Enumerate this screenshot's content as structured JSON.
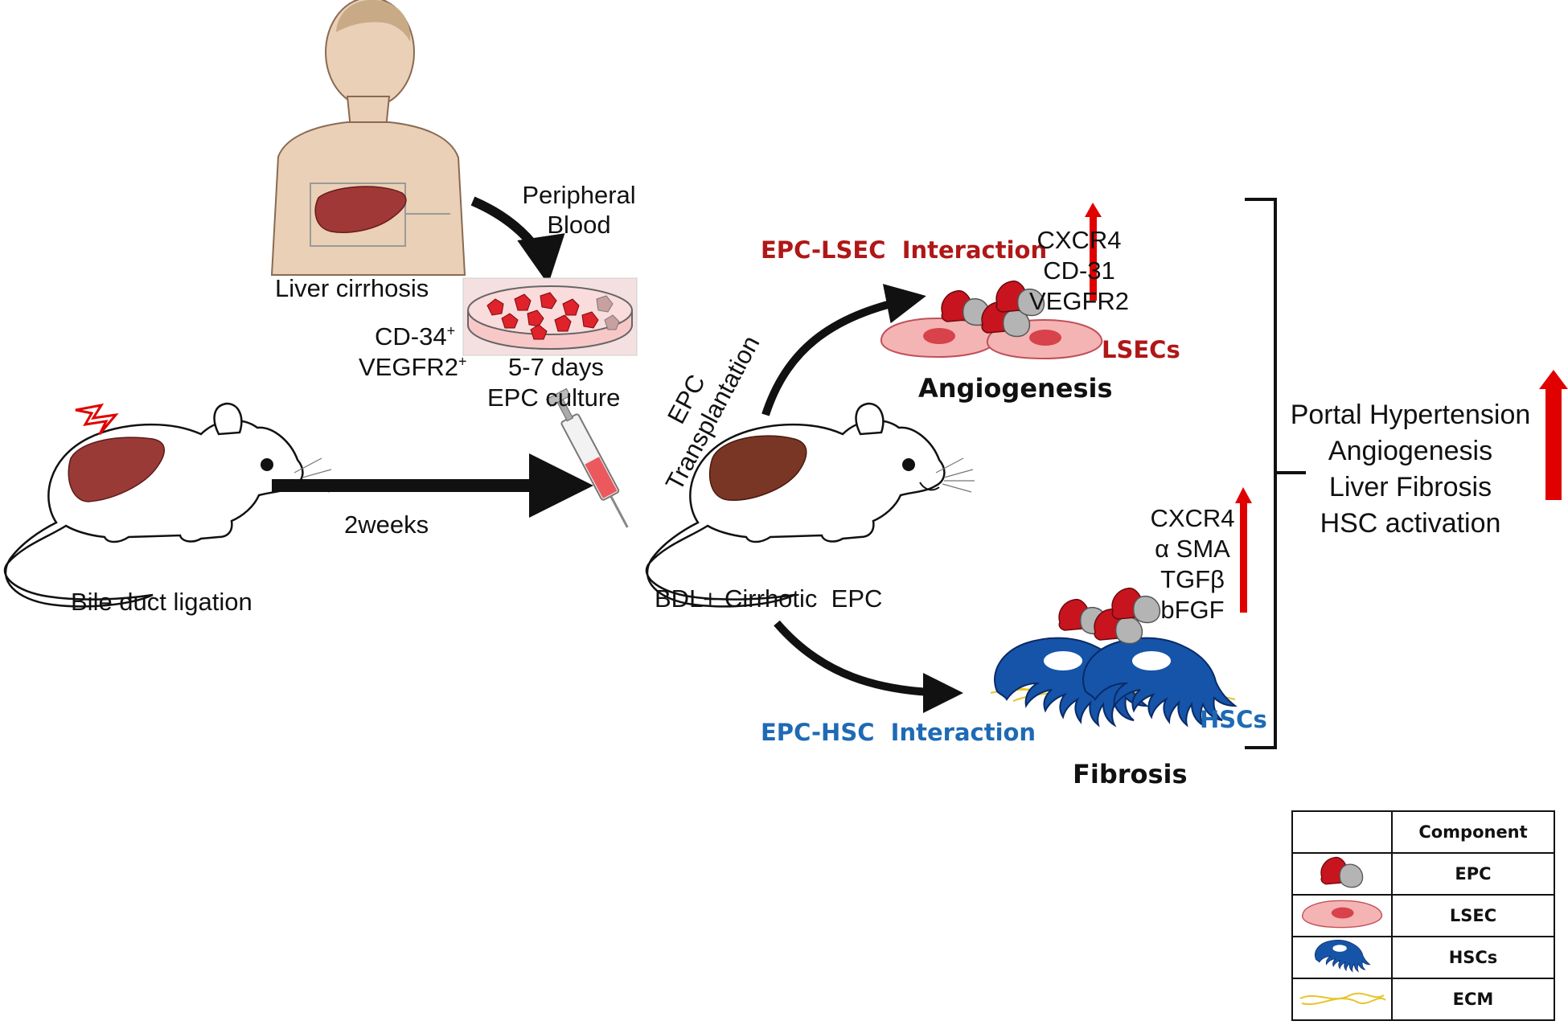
{
  "labels": {
    "liver_cirrhosis": "Liver cirrhosis",
    "peripheral_blood": [
      "Peripheral",
      "Blood"
    ],
    "cd34": "CD-34",
    "vegfr2_pos": "VEGFR2",
    "sup_plus": "+",
    "culture_days": "5-7 days",
    "epc_culture": "EPC culture",
    "bile_duct_ligation": "Bile duct ligation",
    "two_weeks": "2weeks",
    "epc_transplantation": [
      "EPC",
      "Transplantation"
    ],
    "bdl_cirrhotic_epc": "BDL+ Cirrhotic  EPC",
    "epc_lsec_interaction": "EPC-LSEC  Interaction",
    "lsec_markers": [
      "CXCR4",
      "CD-31",
      "VEGFR2"
    ],
    "lsecs": "LSECs",
    "angiogenesis_title": "Angiogenesis",
    "hsc_markers": [
      "CXCR4",
      "α SMA",
      "TGFβ",
      "bFGF"
    ],
    "hscs": "HSCs",
    "epc_hsc_interaction": "EPC-HSC  Interaction",
    "fibrosis_title": "Fibrosis",
    "outcomes": [
      "Portal Hypertension",
      "Angiogenesis",
      "Liver Fibrosis",
      "HSC activation"
    ]
  },
  "legend": {
    "header": "Component",
    "rows": [
      {
        "name": "EPC",
        "icon": "epc-icon"
      },
      {
        "name": "LSEC",
        "icon": "lsec-icon"
      },
      {
        "name": "HSCs",
        "icon": "hsc-icon"
      },
      {
        "name": "ECM",
        "icon": "ecm-icon"
      }
    ]
  },
  "colors": {
    "up_arrow": "#e00000",
    "epc_red": "#c8141e",
    "epc_gray": "#b4b4b4",
    "lsec_pink": "#f4b4b4",
    "lsec_nucleus": "#d8424a",
    "hsc_blue": "#1554a8",
    "ecm_yellow": "#e8c428",
    "interaction_red": "#b01717",
    "interaction_blue": "#1e6ab5",
    "liver_brown": "#8a3a34"
  }
}
